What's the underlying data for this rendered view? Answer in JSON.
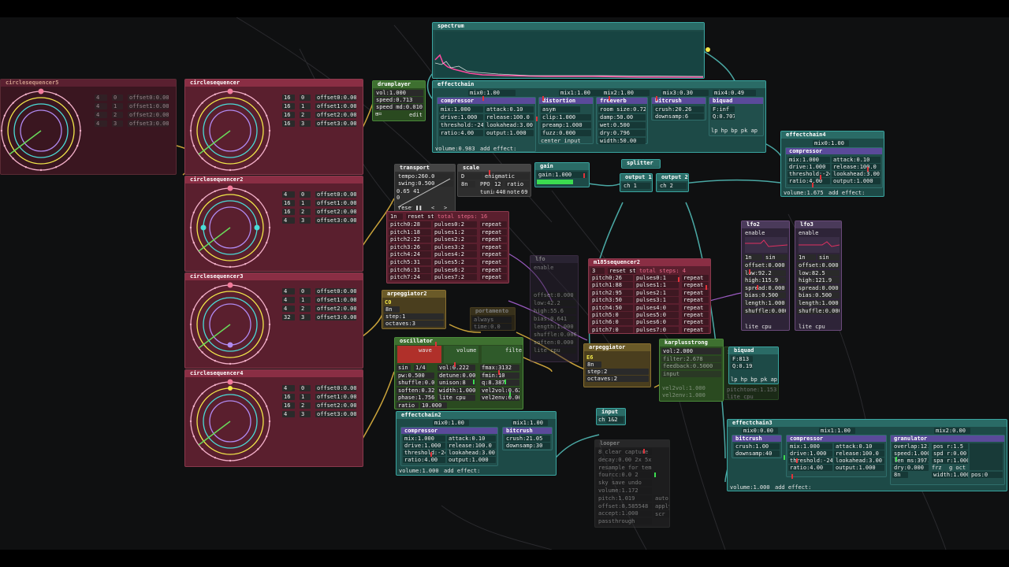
{
  "spectrum": {
    "title": "spectrum"
  },
  "effectchain": {
    "title": "effectchain",
    "mixes": [
      "mix0:1.00",
      "mix1:1.00",
      "mix2:1.00",
      "mix3:0.30",
      "mix4:0.49"
    ],
    "compressor": {
      "title": "compressor",
      "mix": "mix:1.000",
      "drive": "drive:1.000",
      "threshold": "threshold:-24.00",
      "ratio": "ratio:4.00",
      "attack": "attack:0.10",
      "release": "release:100.0",
      "lookahead": "lookahead:3.00",
      "output": "output:1.000"
    },
    "distortion": {
      "title": "distortion",
      "asym": "asym",
      "clip": "clip:1.000",
      "preamp": "preamp:1.000",
      "fuzz": "fuzz:0.000",
      "center": "center input"
    },
    "freeverb": {
      "title": "freeverb",
      "room": "room size:0.726",
      "damp": "damp:50.00",
      "wet": "wet:0.500",
      "dry": "dry:0.796",
      "width": "width:50.00"
    },
    "bitcrush": {
      "title": "bitcrush",
      "crush": "crush:20.26",
      "downsamp": "downsamp:6"
    },
    "biquad": {
      "title": "biquad",
      "f": "F:inf",
      "q": "Q:0.707",
      "modes": "lp hp bp pk ap"
    },
    "volume": "volume:0.983",
    "add_effect": "add effect:"
  },
  "circleseq": [
    {
      "title": "circlesequencer5",
      "rows": [
        [
          "4",
          "0",
          "offset0:0.00"
        ],
        [
          "4",
          "1",
          "offset1:0.00"
        ],
        [
          "4",
          "2",
          "offset2:0.00"
        ],
        [
          "4",
          "3",
          "offset3:0.00"
        ]
      ]
    },
    {
      "title": "circlesequencer",
      "rows": [
        [
          "16",
          "0",
          "offset0:0.00"
        ],
        [
          "16",
          "1",
          "offset1:0.00"
        ],
        [
          "16",
          "2",
          "offset2:0.00"
        ],
        [
          "16",
          "3",
          "offset3:0.00"
        ]
      ]
    },
    {
      "title": "circlesequencer2",
      "rows": [
        [
          "4",
          "0",
          "offset0:0.00"
        ],
        [
          "16",
          "1",
          "offset1:0.00"
        ],
        [
          "16",
          "2",
          "offset2:0.00"
        ],
        [
          "4",
          "3",
          "offset3:0.00"
        ]
      ]
    },
    {
      "title": "circlesequencer3",
      "rows": [
        [
          "4",
          "0",
          "offset0:0.00"
        ],
        [
          "4",
          "1",
          "offset1:0.00"
        ],
        [
          "4",
          "2",
          "offset2:0.00"
        ],
        [
          "32",
          "3",
          "offset3:0.00"
        ]
      ]
    },
    {
      "title": "circlesequencer4",
      "rows": [
        [
          "4",
          "0",
          "offset0:0.00"
        ],
        [
          "16",
          "1",
          "offset1:0.00"
        ],
        [
          "16",
          "2",
          "offset2:0.00"
        ],
        [
          "4",
          "3",
          "offset3:0.00"
        ]
      ]
    }
  ],
  "drumplayer": {
    "title": "drumplayer",
    "vol": "vol:1.000",
    "speed": "speed:0.713",
    "speedmd": "speed md:0.010",
    "edit": "edit"
  },
  "transport": {
    "title": "transport",
    "tempo": "tempo:260.0",
    "swing": "swing:0.500",
    "readout1": "0.65 41",
    "readout2": "0",
    "reset": "reset"
  },
  "scale": {
    "title": "scale",
    "root": "D",
    "mode": "enigmatic",
    "oct": "8n",
    "ppo_label": "PPO",
    "ppo": "12",
    "ratio": "ratio",
    "tuning_label": "tuning",
    "tuning": "440",
    "note_label": "note",
    "note": "69"
  },
  "gain": {
    "title": "gain",
    "gain": "gain:1.000"
  },
  "splitter": {
    "title": "splitter",
    "out1": "output 1",
    "ch1": "ch 1",
    "out2": "output 2",
    "ch2": "ch 2"
  },
  "effectchain4": {
    "title": "effectchain4",
    "mix": "mix0:1.00",
    "comp": {
      "title": "compressor",
      "mix": "mix:1.000",
      "drive": "drive:1.000",
      "threshold": "threshold:-24.00",
      "ratio": "ratio:4.00",
      "attack": "attack:0.10",
      "release": "release:100.0",
      "lookahead": "lookahead:3.00",
      "output": "output:1.000"
    },
    "volume": "volume:1.675",
    "add_effect": "add effect:"
  },
  "seq1": {
    "header": [
      "1n",
      "reset step",
      "total steps: 16"
    ],
    "rows": [
      [
        "pitch0:28",
        "pulses0:2",
        "repeat"
      ],
      [
        "pitch1:18",
        "pulses1:2",
        "repeat"
      ],
      [
        "pitch2:22",
        "pulses2:2",
        "repeat"
      ],
      [
        "pitch3:26",
        "pulses3:2",
        "repeat"
      ],
      [
        "pitch4:24",
        "pulses4:2",
        "repeat"
      ],
      [
        "pitch5:31",
        "pulses5:2",
        "repeat"
      ],
      [
        "pitch6:31",
        "pulses6:2",
        "repeat"
      ],
      [
        "pitch7:24",
        "pulses7:2",
        "repeat"
      ]
    ]
  },
  "arpeggiator2": {
    "title": "arpeggiator2",
    "note": "C0",
    "div": "8n",
    "step": "step:1",
    "octaves": "octaves:3"
  },
  "portamento": {
    "title": "portamento",
    "mode": "always",
    "time": "time:0.0"
  },
  "oscillator": {
    "title": "oscillator",
    "wave": "wave",
    "volume": "volume",
    "filter": "filter",
    "rows": [
      [
        "sin",
        "1/4",
        "vol:0.222",
        "fmax:3132"
      ],
      [
        "pw:0.500",
        "detune:0.001",
        "fmin:10"
      ],
      [
        "shuffle:0.000",
        "unison:8",
        "q:8.387"
      ],
      [
        "soften:0.329",
        "width:1.000",
        "vel2vol:0.620"
      ],
      [
        "phase:1.756",
        "lite cpu",
        "vel2env:0.069"
      ],
      [
        "ratio",
        "10.000"
      ]
    ]
  },
  "effectchain2": {
    "title": "effectchain2",
    "mix0": "mix0:1.00",
    "mix1": "mix1:1.00",
    "comp": {
      "title": "compressor",
      "mix": "mix:1.000",
      "drive": "drive:1.000",
      "threshold": "threshold:-24.00",
      "ratio": "ratio:4.00",
      "attack": "attack:0.10",
      "release": "release:100.0",
      "lookahead": "lookahead:3.00",
      "output": "output:1.000"
    },
    "bitcrush": {
      "title": "bitcrush",
      "crush": "crush:21.05",
      "downsamp": "downsamp:30"
    },
    "volume": "volume:1.000",
    "add_effect": "add effect:"
  },
  "lfo": {
    "title": "lfo",
    "enable": "enable",
    "rows": [
      "offset:0.000",
      "low:42.2",
      "high:55.6",
      "bias:0.641",
      "length:1.000",
      "shuffle:0.000",
      "soften:0.000",
      "lite cpu"
    ]
  },
  "m185": {
    "title": "m185sequencer2",
    "header": [
      "3",
      "reset step",
      "total steps: 4"
    ],
    "rows": [
      [
        "pitch0:26",
        "pulses0:1",
        "repeat"
      ],
      [
        "pitch1:88",
        "pulses1:1",
        "repeat"
      ],
      [
        "pitch2:95",
        "pulses2:1",
        "repeat"
      ],
      [
        "pitch3:50",
        "pulses3:1",
        "repeat"
      ],
      [
        "pitch4:50",
        "pulses4:0",
        "repeat"
      ],
      [
        "pitch5:0",
        "pulses5:0",
        "repeat"
      ],
      [
        "pitch6:0",
        "pulses6:0",
        "repeat"
      ],
      [
        "pitch7:0",
        "pulses7:0",
        "repeat"
      ]
    ]
  },
  "lfo2": {
    "title": "lfo2",
    "enable": "enable",
    "div": "1n",
    "wave": "sin",
    "rows": [
      "offset:0.000",
      "low:92.2",
      "high:115.9",
      "spread:0.000",
      "bias:0.500",
      "length:1.000",
      "shuffle:0.000"
    ],
    "lite": "lite cpu"
  },
  "lfo3": {
    "title": "lfo3",
    "enable": "enable",
    "div": "1n",
    "wave": "sin",
    "rows": [
      "offset:0.000",
      "low:82.5",
      "high:121.9",
      "spread:0.000",
      "bias:0.500",
      "length:1.000",
      "shuffle:0.000"
    ],
    "lite": "lite cpu"
  },
  "arpeggiator": {
    "title": "arpeggiator",
    "note": "E6",
    "div": "8n",
    "step": "step:2",
    "octaves": "octaves:2"
  },
  "karplus": {
    "title": "karplusstrong",
    "rows": [
      "vol:2.000",
      "filter:2.678",
      "feedback:0.5000",
      "input"
    ],
    "invert": "invert",
    "vel2vol": "vel2vol:1.000",
    "vel2env": "vel2env:1.000",
    "pitchtone": "pitchtone:1.153",
    "lite": "lite cpu"
  },
  "biquad2": {
    "title": "biquad",
    "f": "F:813",
    "q": "Q:0.195",
    "modes": "lp hp bp pk ap"
  },
  "input": {
    "title": "input",
    "ch": "ch",
    "val": "1&2"
  },
  "looper": {
    "title": "looper",
    "rows": [
      "8  clear  capture",
      "decay:0.00  2x  5x",
      "resample for tempo",
      "fourcc:0.0  2",
      "sky  save  undo",
      "volume:1.172",
      "pitch:1.019",
      "offset:0.585548",
      "accept:1.000",
      "passthrough"
    ],
    "side": [
      "auto",
      "apply",
      "scr"
    ]
  },
  "effectchain3": {
    "title": "effectchain3",
    "mix0": "mix0:0.00",
    "mix1": "mix1:1.00",
    "mix2": "mix2:0.00",
    "bitcrush": {
      "title": "bitcrush",
      "crush": "crush:1.00",
      "downsamp": "downsamp:40"
    },
    "comp": {
      "title": "compressor",
      "mix": "mix:1.000",
      "drive": "drive:1.000",
      "threshold": "threshold:-24.00",
      "ratio": "ratio:4.00",
      "attack": "attack:0.10",
      "release": "release:100.0",
      "lookahead": "lookahead:3.00",
      "output": "output:1.000"
    },
    "granulator": {
      "title": "granulator",
      "overlap": "overlap:12.00",
      "speed": "speed:1.000",
      "lenms": "len ms:397.8",
      "dry": "dry:0.000",
      "div": "8n",
      "pos": "pos r:1.5",
      "spd": "spd r:0.00",
      "spa": "spa r:1.000",
      "frz": "frz",
      "goct": "g oct",
      "width": "width:1.000",
      "pos0": "pos:0"
    },
    "volume": "volume:1.000",
    "add_effect": "add effect:"
  },
  "colors": {
    "pink": "#8a2e44",
    "teal": "#2a6b66",
    "green": "#3e7030",
    "olive": "#6a5a28",
    "accent_red": "#e0333a",
    "accent_green": "#3cdc50"
  }
}
